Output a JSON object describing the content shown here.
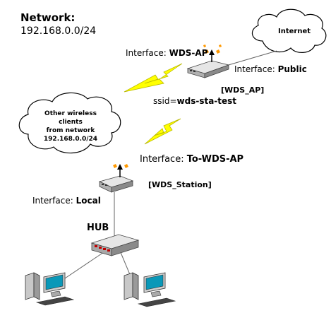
{
  "network": {
    "title": "Network:",
    "address": "192.168.0.0/24"
  },
  "internet_cloud": {
    "label": "Internet"
  },
  "clients_cloud": {
    "lines": [
      "Other wireless clients",
      "from network",
      "192.168.0.0/24"
    ]
  },
  "wds_ap": {
    "name": "[WDS_AP]",
    "interface_prefix": "Interface: ",
    "wireless_interface": "WDS-AP",
    "wired_interface": "Public"
  },
  "ssid": {
    "prefix": "ssid=",
    "value": "wds-sta-test"
  },
  "wds_station": {
    "name": "[WDS_Station]",
    "interface_prefix": "Interface: ",
    "wireless_interface": "To-WDS-AP",
    "wired_interface": "Local"
  },
  "hub": {
    "label": "HUB"
  },
  "colors": {
    "lightning": "#ffff00",
    "signal": "#ff9900",
    "device": "#d8d8d8",
    "device_dark": "#7a7a7a"
  }
}
